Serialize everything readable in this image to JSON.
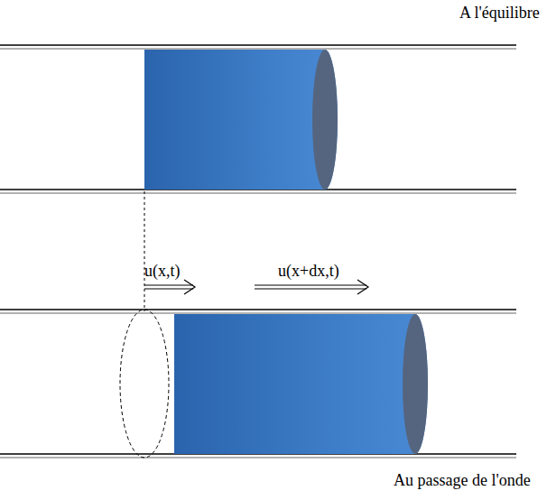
{
  "diagram": {
    "labels": [
      "A l'équilibre",
      "u(x,t)",
      "u(x+dx,t)",
      "Au passage de l'onde"
    ]
  }
}
